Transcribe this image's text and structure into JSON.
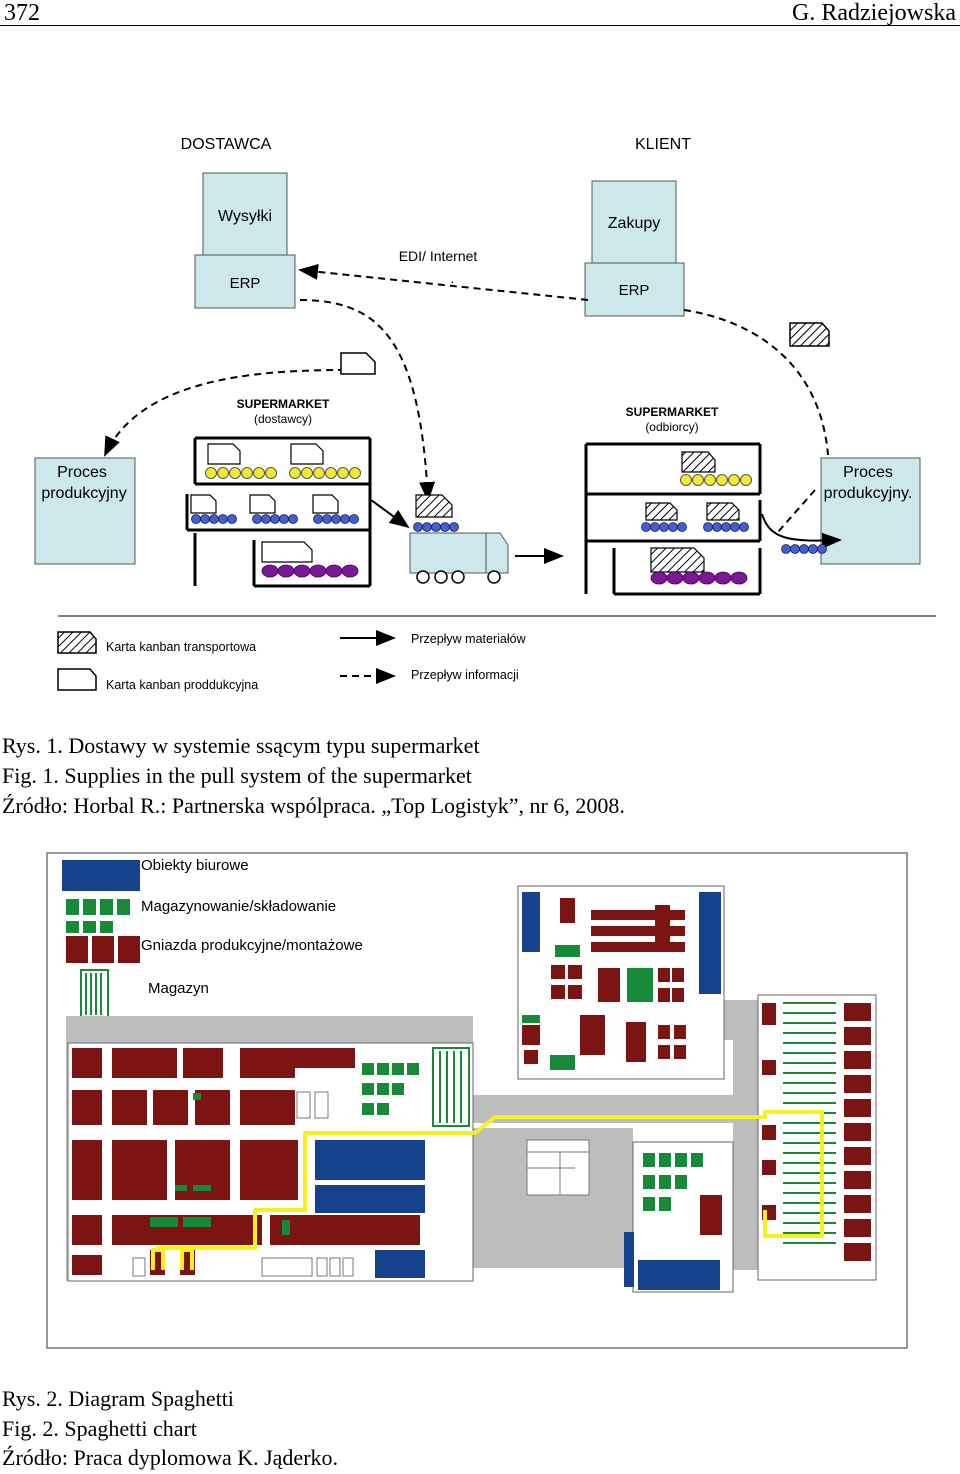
{
  "header": {
    "page_number": "372",
    "author": "G. Radziejowska"
  },
  "figure1": {
    "supplier_label": "DOSTAWCA",
    "client_label": "KLIENT",
    "supplier_dept": "Wysyłki",
    "supplier_erp": "ERP",
    "client_dept": "Zakupy",
    "client_erp": "ERP",
    "edi_label": "EDI/ Internet",
    "supermarket_supplier_title": "SUPERMARKET",
    "supermarket_supplier_sub": "(dostawcy)",
    "supermarket_client_title": "SUPERMARKET",
    "supermarket_client_sub": "(odbiorcy)",
    "process_left_line1": "Proces",
    "process_left_line2": "produkcyjny",
    "process_right_line1": "Proces",
    "process_right_line2": "produkcyjny.",
    "legend": {
      "transport_card": "Karta kanban transportowa",
      "production_card": "Karta kanban proddukcyjna",
      "material_flow": "Przepływ materiałów",
      "information_flow": "Przepływ informacji"
    },
    "colors": {
      "box_fill": "#cce8ea",
      "yellow": "#f2ea2e",
      "blue": "#3f5ed8",
      "purple": "#7a1896"
    }
  },
  "caption1": {
    "line1": "Rys. 1. Dostawy w systemie ssącym typu supermarket",
    "line2": "Fig. 1.  Supplies in the pull system of the supermarket",
    "line3": "Źródło: Horbal R.: Partnerska wspólpraca. „Top Logistyk”, nr 6, 2008."
  },
  "figure2": {
    "legend": {
      "offices": "Obiekty biurowe",
      "storage": "Magazynowanie/składowanie",
      "production": "Gniazda produkcyjne/montażowe",
      "warehouse": "Magazyn"
    },
    "colors": {
      "office": "#15428a",
      "storage": "#178a3a",
      "production": "#7d1414",
      "path": "#f5f020",
      "aisle": "#bdbdbd"
    }
  },
  "caption2": {
    "line1": "Rys. 2. Diagram Spaghetti",
    "line2": "Fig. 2. Spaghetti chart",
    "line3": "Źródło: Praca dyplomowa K. Jąderko."
  }
}
